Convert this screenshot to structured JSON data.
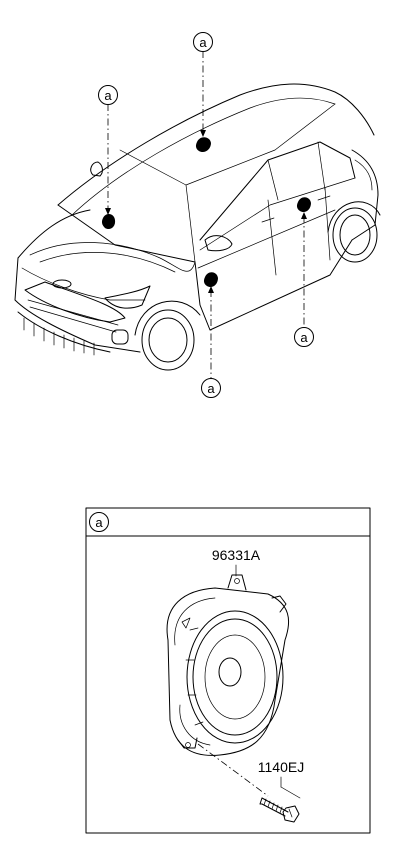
{
  "callout_marker": "a",
  "detail_box": {
    "header_marker": "a",
    "parts": {
      "speaker": "96331A",
      "screw": "1140EJ"
    }
  }
}
